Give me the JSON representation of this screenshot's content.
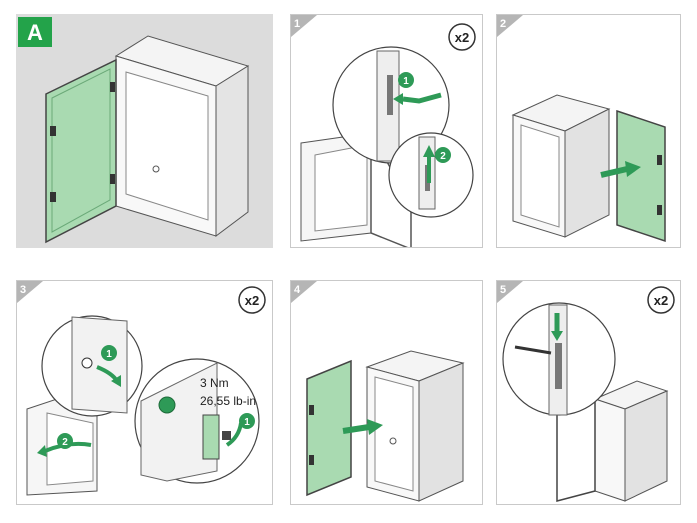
{
  "panel_a": {
    "badge": "A"
  },
  "steps": [
    {
      "number": "1",
      "multiplier": "x2",
      "markers": [
        "1",
        "2"
      ]
    },
    {
      "number": "2"
    },
    {
      "number": "3",
      "multiplier": "x2",
      "markers": [
        "1",
        "2",
        "1"
      ],
      "torque_line1": "3 Nm",
      "torque_line2": "26,55 lb-in"
    },
    {
      "number": "4"
    },
    {
      "number": "5",
      "multiplier": "x2"
    }
  ],
  "colors": {
    "door_green": "#a9dab1",
    "arrow_green": "#2e9a57",
    "badge_green": "#23a34a",
    "panel_gray": "#dcdcdc",
    "step_tab": "#b5b5b5"
  }
}
